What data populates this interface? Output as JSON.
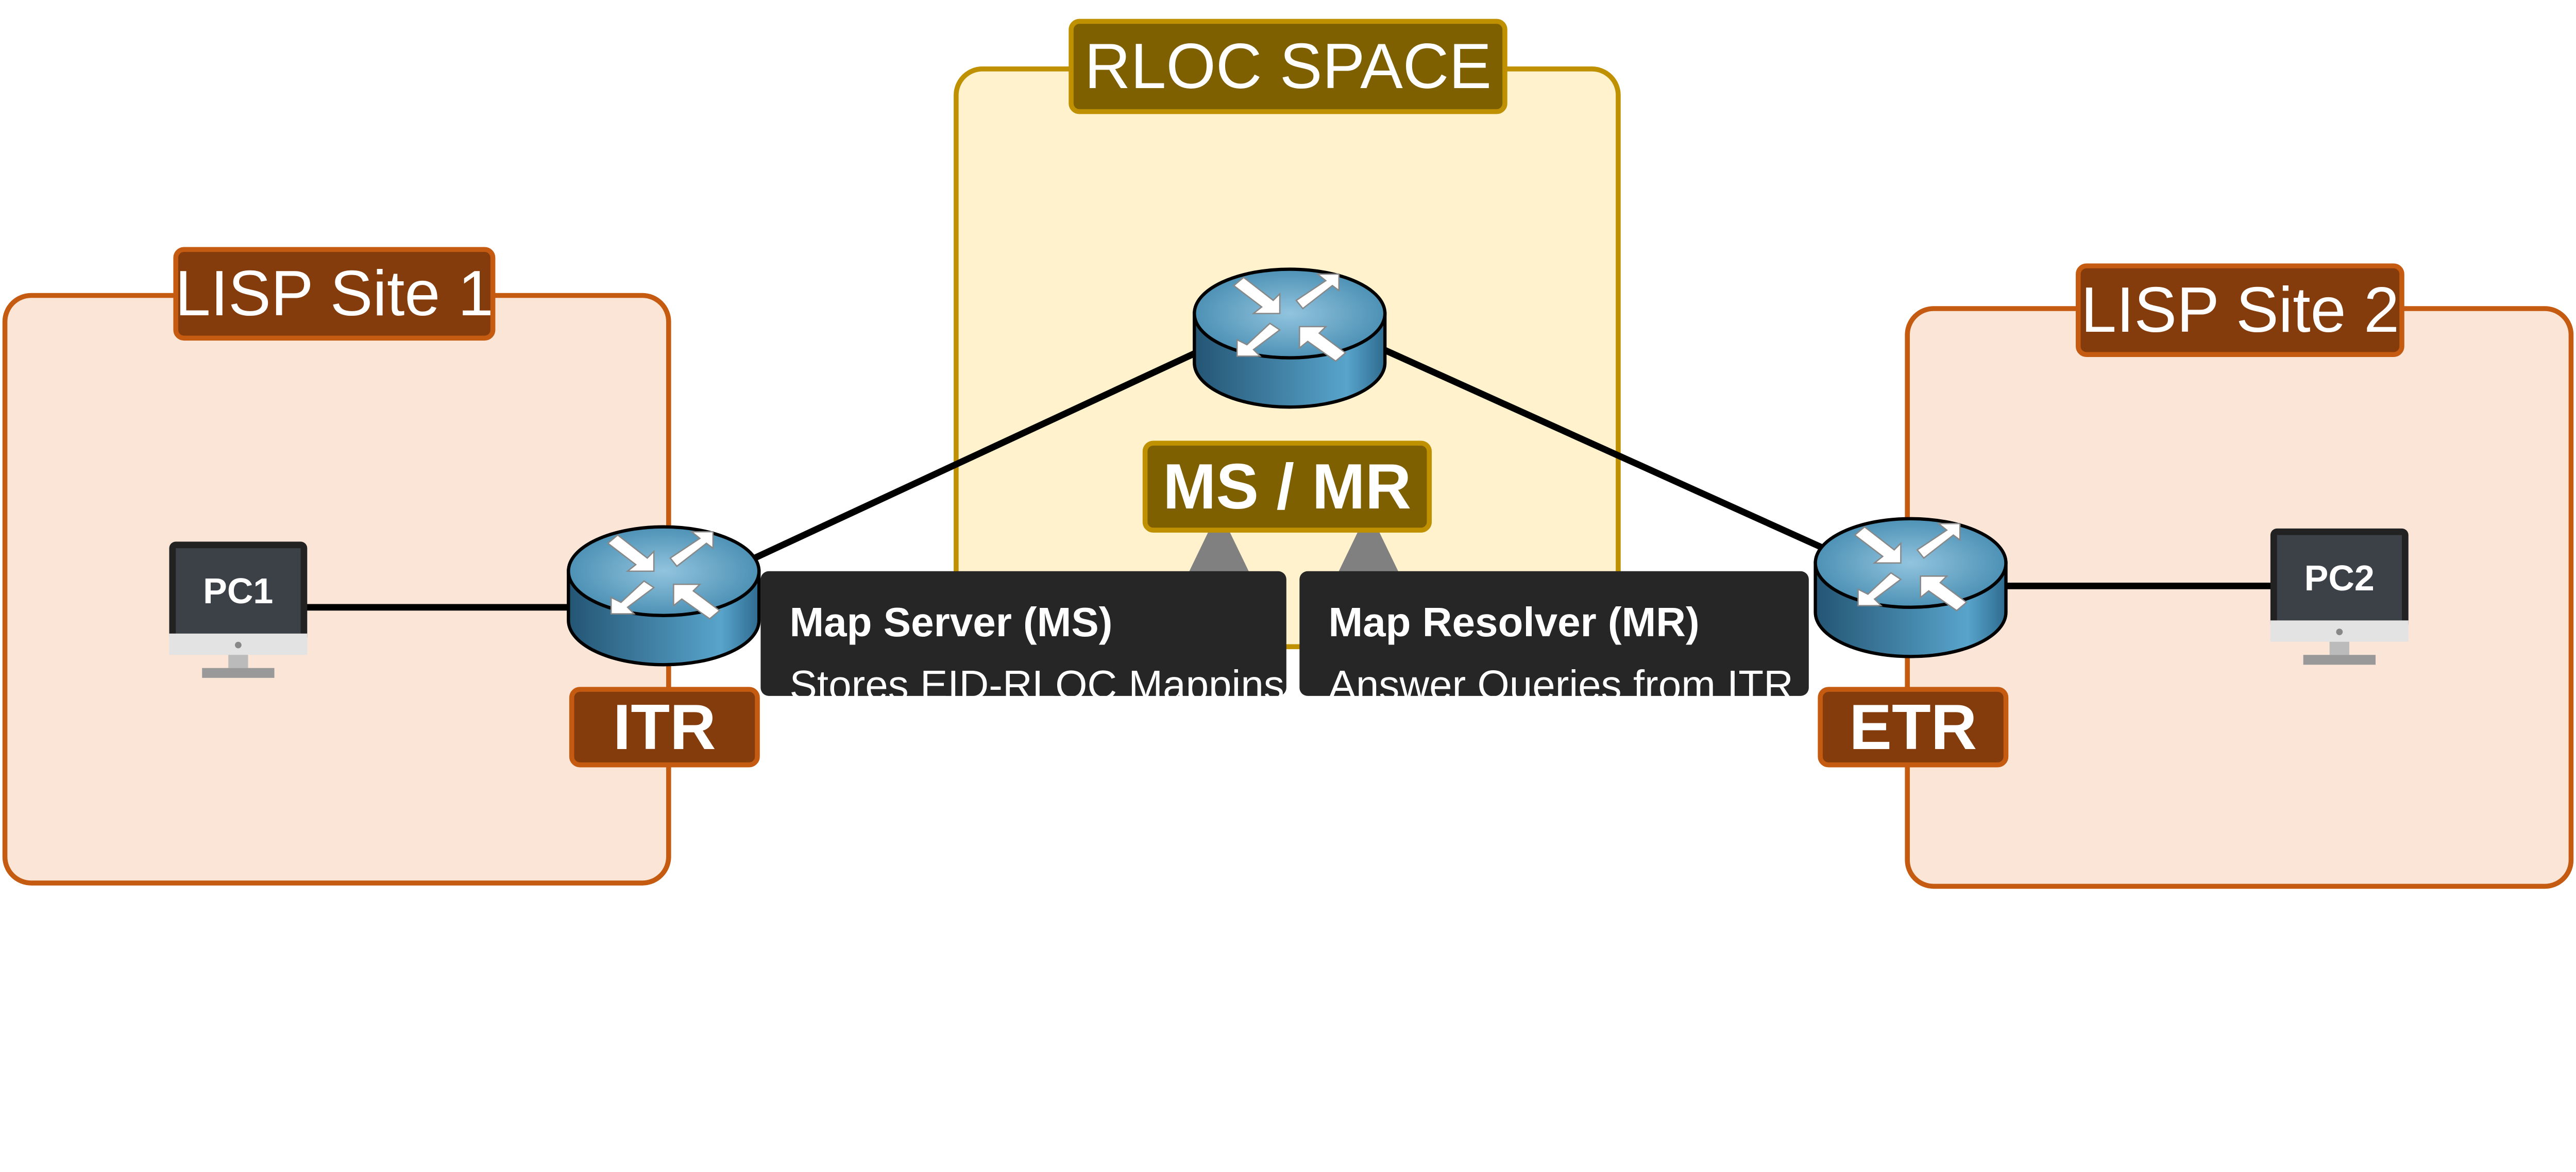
{
  "zones": {
    "site1": {
      "label": "LISP Site 1"
    },
    "rloc": {
      "label": "RLOC SPACE"
    },
    "site2": {
      "label": "LISP Site 2"
    }
  },
  "devices": {
    "pc1": "PC1",
    "pc2": "PC2",
    "itr": "ITR",
    "etr": "ETR",
    "msmr": "MS / MR"
  },
  "callouts": {
    "ms": {
      "title": "Map Server (MS)",
      "text": "Stores EID-RLOC Mappins"
    },
    "mr": {
      "title": "Map Resolver (MR)",
      "text": "Answer Queries from ITR"
    }
  },
  "colors": {
    "site_fill": "#fbe5d6",
    "site_stroke": "#c55a11",
    "site_label": "#843c0c",
    "rloc_fill": "#fff2cc",
    "rloc_stroke": "#bf9000",
    "rloc_label": "#7f6000",
    "callout": "#262626",
    "router": "#4a90b8"
  }
}
